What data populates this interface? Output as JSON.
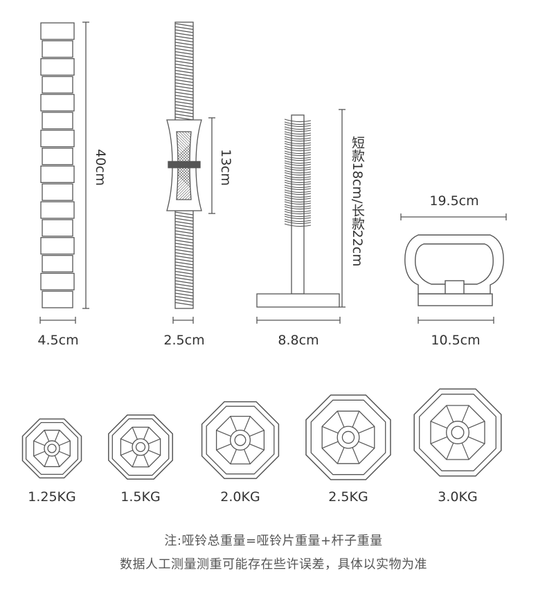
{
  "components": {
    "handle": {
      "width_label": "4.5cm",
      "length_label": "40cm"
    },
    "connector_rod": {
      "width_label": "2.5cm",
      "grip_label": "13cm"
    },
    "bolt": {
      "width_label": "8.8cm",
      "length_label": "短款18cm/长款22cm"
    },
    "kettlebell_handle": {
      "top_label": "19.5cm",
      "base_label": "10.5cm"
    }
  },
  "plates": [
    {
      "label": "1.25KG"
    },
    {
      "label": "1.5KG"
    },
    {
      "label": "2.0KG"
    },
    {
      "label": "2.5KG"
    },
    {
      "label": "3.0KG"
    }
  ],
  "notes": {
    "line1": "注:哑铃总重量=哑铃片重量+杆子重量",
    "line2": "数据人工测量测重可能存在些许误差，具体以实物为准"
  },
  "colors": {
    "stroke": "#555555",
    "text": "#333333",
    "note": "#555555"
  }
}
